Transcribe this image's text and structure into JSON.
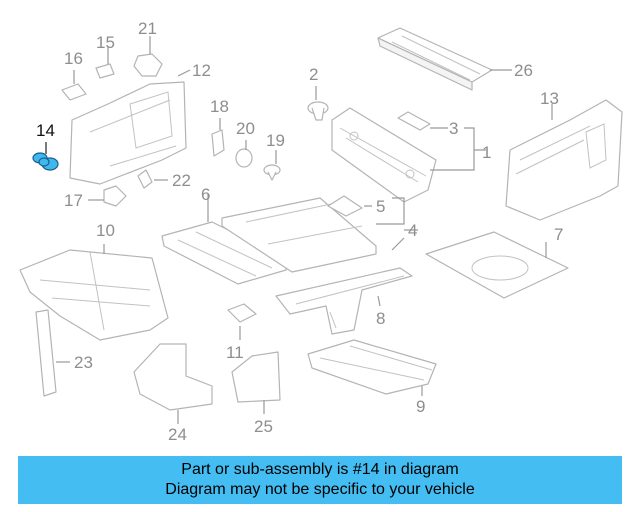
{
  "highlight_color": "#44bdf2",
  "callouts": {
    "c1": "1",
    "c2": "2",
    "c3": "3",
    "c4": "4",
    "c5": "5",
    "c6": "6",
    "c7": "7",
    "c8": "8",
    "c9": "9",
    "c10": "10",
    "c11": "11",
    "c12": "12",
    "c13": "13",
    "c14": "14",
    "c15": "15",
    "c16": "16",
    "c17": "17",
    "c18": "18",
    "c19": "19",
    "c20": "20",
    "c21": "21",
    "c22": "22",
    "c23": "23",
    "c24": "24",
    "c25": "25",
    "c26": "26"
  },
  "caption": {
    "line1": "Part or sub-assembly is #14 in diagram",
    "line2": "Diagram may not be specific to your vehicle"
  }
}
